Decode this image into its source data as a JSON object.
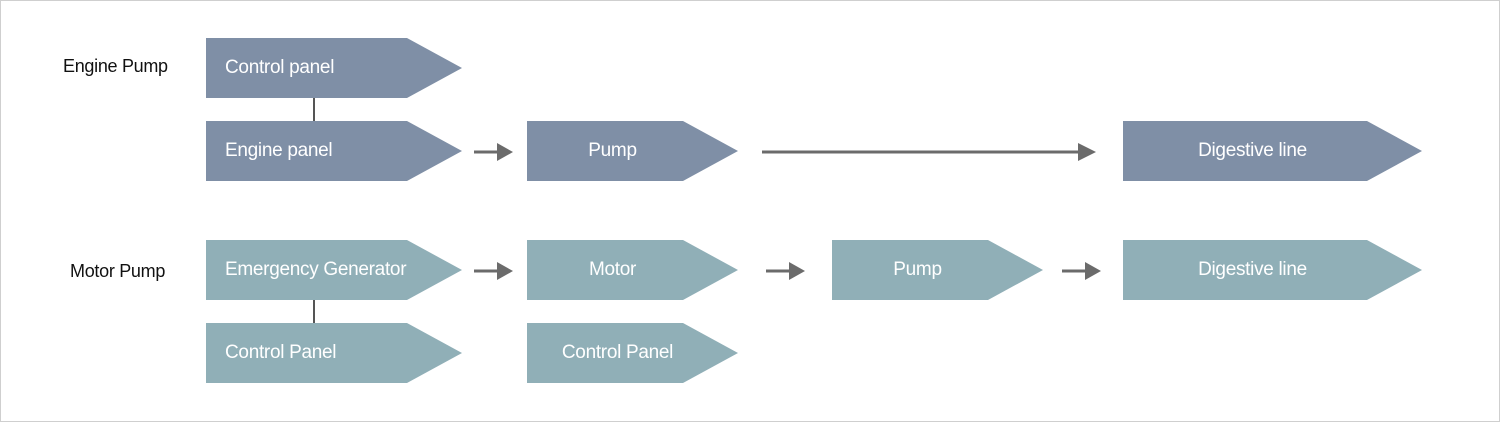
{
  "engine_pump": {
    "row_label": "Engine Pump",
    "control_panel": "Control panel",
    "engine_panel": "Engine panel",
    "pump": "Pump",
    "digestive_line": "Digestive line"
  },
  "motor_pump": {
    "row_label": "Motor Pump",
    "emergency_generator": "Emergency Generator",
    "control_panel_1": "Control Panel",
    "motor": "Motor",
    "control_panel_2": "Control Panel",
    "pump": "Pump",
    "digestive_line": "Digestive line"
  },
  "colors": {
    "engine_fill": "#7f8fa6",
    "motor_fill": "#90afb7",
    "arrow": "#6b6b6b"
  }
}
